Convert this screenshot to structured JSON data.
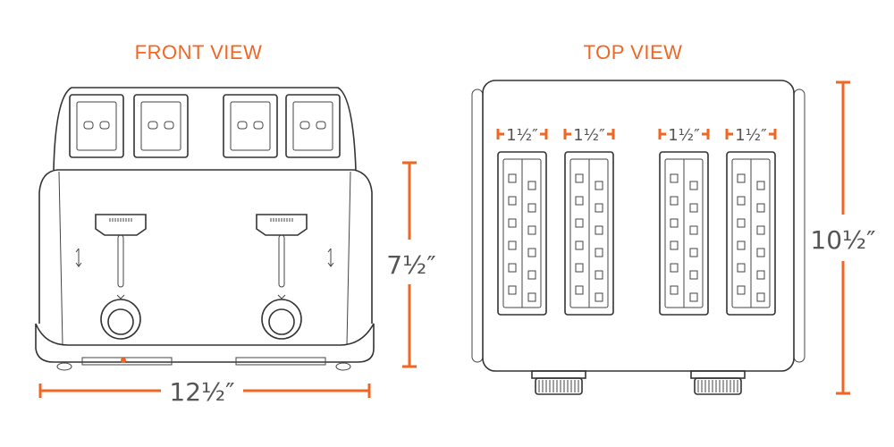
{
  "front_view": {
    "title": "FRONT VIEW",
    "height_label": "7½″",
    "width_label": "12½″"
  },
  "top_view": {
    "title": "TOP VIEW",
    "slot_width_labels": [
      "1½″",
      "1½″",
      "1½″",
      "1½″"
    ],
    "depth_label": "10½″"
  },
  "colors": {
    "accent": "#f26522",
    "text": "#555555",
    "line": "#333333"
  }
}
